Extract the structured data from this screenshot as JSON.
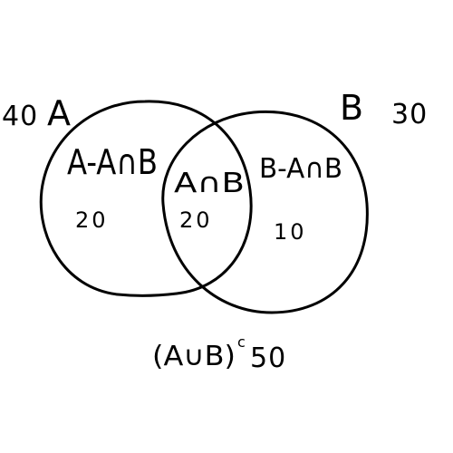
{
  "sets": {
    "a": {
      "label": "A",
      "total": "40"
    },
    "b": {
      "label": "B",
      "total": "30"
    }
  },
  "regions": {
    "a_only": {
      "label": "A-A∩B",
      "count": "20"
    },
    "intersection": {
      "label": "A∩B",
      "count": "20"
    },
    "b_only": {
      "label": "B-A∩B",
      "count": "10"
    }
  },
  "complement": {
    "label": "(A∪B)",
    "superscript": "c",
    "count": "50"
  },
  "colors": {
    "ink": "#000000",
    "background": "#ffffff"
  }
}
